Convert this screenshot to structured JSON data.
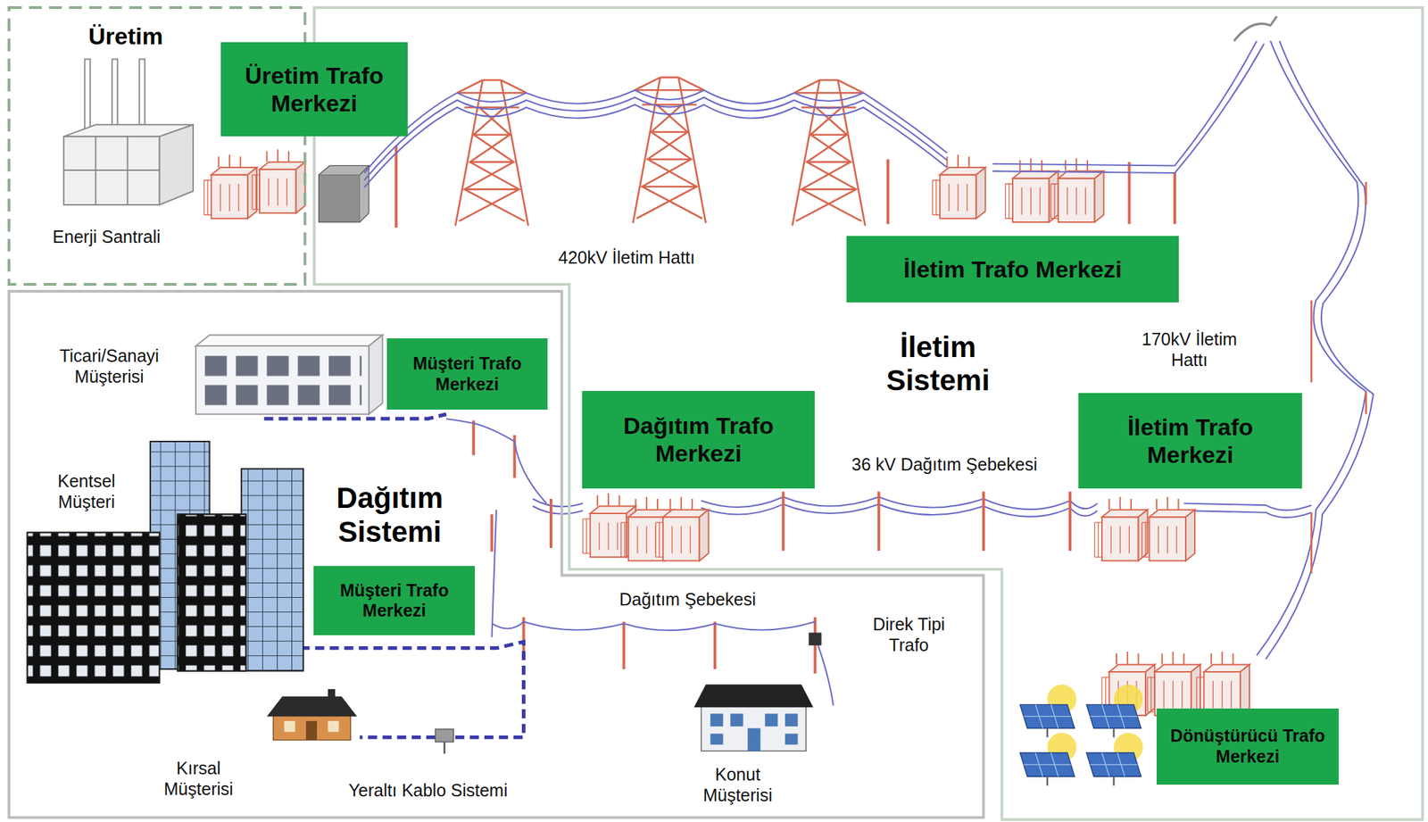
{
  "diagram": {
    "nodes": [
      {
        "text": [
          "Üretim"
        ]
      },
      {
        "text": [
          "Üretim Trafo Merkezi"
        ]
      },
      {
        "text": [
          "İletim Sistemi"
        ]
      },
      {
        "text": [
          "İletim Trafo Merkezi"
        ],
        "in": 2
      },
      {
        "text": [
          "İletim Trafo Merkezi"
        ],
        "in": 2
      },
      {
        "text": [
          "Dağıtım Trafo Merkezi"
        ],
        "in": 2
      },
      {
        "text": [
          "Dağıtım Sistemi"
        ]
      },
      {
        "text": [
          "Müşteri Trafo Merkezi"
        ],
        "in": 6
      },
      {
        "text": [
          "Müşteri Trafo Merkezi"
        ],
        "in": 6
      },
      {
        "text": [
          "Dönüştürücü Trafo Merkezi"
        ],
        "in": 2
      }
    ],
    "labels": [
      "Enerji Santrali",
      "420kV İletim Hattı",
      "170kV İletim Hattı",
      "36 kV Dağıtım Şebekesi",
      "Ticari/Sanayi Müşterisi",
      "Kentsel Müşteri",
      "Dağıtım Şebekesi",
      "Direk Tipi Trafo",
      "Kırsal Müşterisi",
      "Yeraltı Kablo Sistemi",
      "Konut Müşterisi"
    ]
  }
}
